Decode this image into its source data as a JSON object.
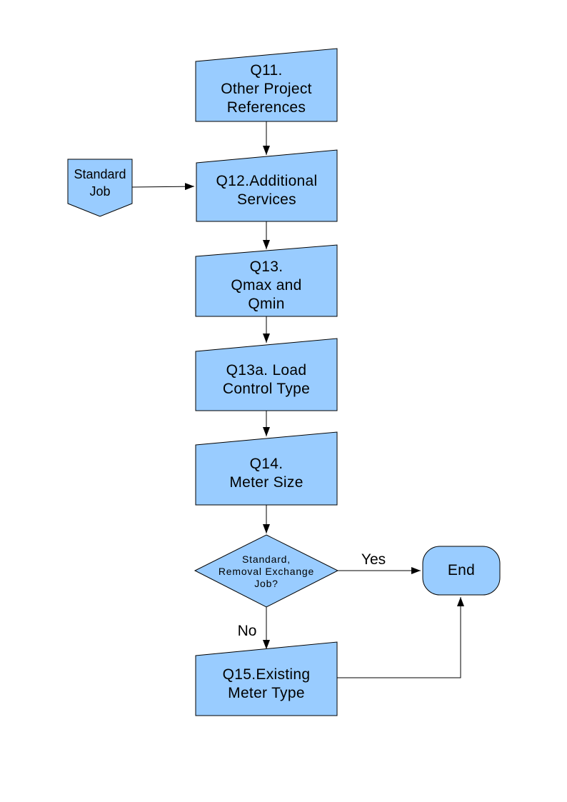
{
  "page": {
    "background_color": "#ffffff"
  },
  "diagram": {
    "type": "flowchart",
    "node_fill": "#99ccff",
    "node_border": "#000000",
    "text_color": "#000000",
    "nodes": {
      "q11": {
        "label": "Q11.\nOther Project\nReferences",
        "shape": "manual-input-box"
      },
      "standard_job": {
        "label": "Standard\nJob",
        "shape": "off-page-connector"
      },
      "q12": {
        "label": "Q12.Additional\nServices",
        "shape": "manual-input-box"
      },
      "q13": {
        "label": "Q13.\nQmax and\nQmin",
        "shape": "manual-input-box"
      },
      "q13a": {
        "label": "Q13a. Load\nControl Type",
        "shape": "manual-input-box"
      },
      "q14": {
        "label": "Q14.\nMeter Size",
        "shape": "manual-input-box"
      },
      "decision": {
        "label": "Standard,\nRemoval Exchange\nJob?",
        "shape": "decision-diamond"
      },
      "end": {
        "label": "End",
        "shape": "terminator"
      },
      "q15": {
        "label": "Q15.Existing\nMeter Type",
        "shape": "manual-input-box"
      }
    },
    "edge_labels": {
      "yes": "Yes",
      "no": "No"
    }
  }
}
